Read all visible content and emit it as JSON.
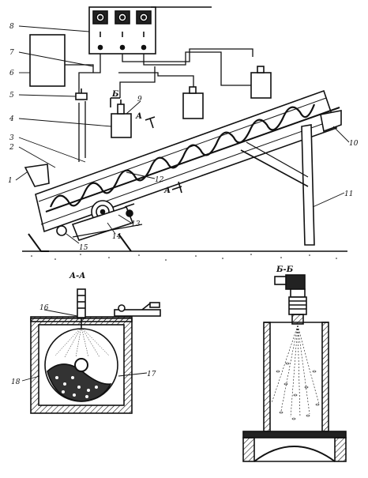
{
  "labels": {
    "l8": "8",
    "l7": "7",
    "l6": "6",
    "l5": "5",
    "l9": "9",
    "l4": "4",
    "l3": "3",
    "l2": "2",
    "l1": "1",
    "l10": "10",
    "l11": "11",
    "l12": "12",
    "l13": "13",
    "l14": "14",
    "l15": "15",
    "l16": "16",
    "l17": "17",
    "l18": "18"
  },
  "section_marks": {
    "b": "Б",
    "a": "А",
    "aa": "А-А",
    "bb": "Б-Б"
  },
  "icons": [
    "control-panel",
    "valve",
    "pressure-gauge",
    "screw-conveyor",
    "spray-nozzle",
    "elbow-pipe",
    "electric-motor",
    "support-leg"
  ]
}
